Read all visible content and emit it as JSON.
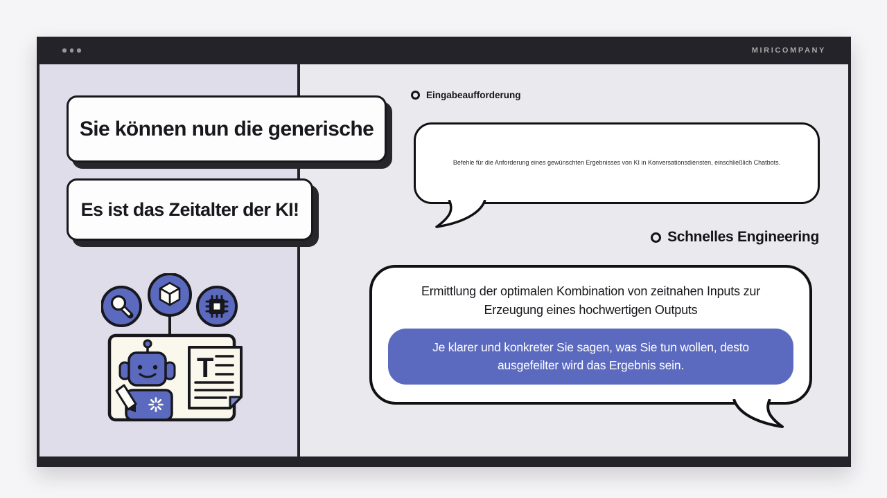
{
  "window": {
    "brand": "MIRICOMPANY"
  },
  "colors": {
    "accent_purple": "#5b6abf",
    "frame_dark": "#232329",
    "left_panel_bg": "#dedde9",
    "right_panel_bg": "#eae9ed",
    "card_bg": "#fdfdfd",
    "outline": "#17171c"
  },
  "left_panel": {
    "card1_text": "Sie können nun die generische",
    "card2_text": "Es ist das Zeitalter der KI!",
    "illustration": {
      "icon_names": "search-icon, cube-icon, chip-icon, robot-icon, document-icon, pencil-icon, monitor-icon",
      "document_letter": "T"
    }
  },
  "right_panel": {
    "prompt_section": {
      "label": "Eingabeaufforderung",
      "bubble_text": "Befehle für die Anforderung eines gewünschten Ergebnisses von KI in Konversationsdiensten, einschließlich Chatbots."
    },
    "engineering_section": {
      "label": "Schnelles Engineering",
      "bubble_text": "Ermittlung der optimalen Kombination von zeitnahen Inputs zur Erzeugung eines hochwertigen Outputs",
      "highlight_text": "Je klarer und konkreter Sie sagen, was Sie tun wollen, desto ausgefeilter wird das Ergebnis sein."
    }
  }
}
